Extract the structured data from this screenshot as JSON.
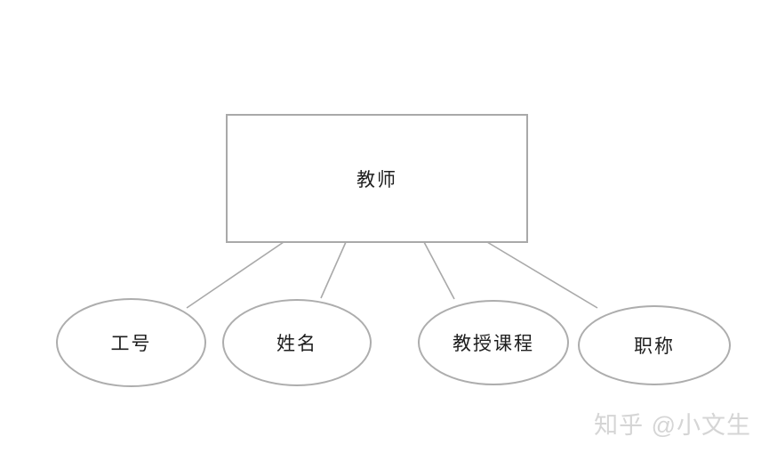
{
  "diagram": {
    "type": "er-diagram",
    "entity": {
      "id": "teacher",
      "shape": "rectangle",
      "label": "教师"
    },
    "attributes": [
      {
        "id": "employee-id",
        "shape": "ellipse",
        "label": "工号"
      },
      {
        "id": "name",
        "shape": "ellipse",
        "label": "姓名"
      },
      {
        "id": "courses-taught",
        "shape": "ellipse",
        "label": "教授课程"
      },
      {
        "id": "title",
        "shape": "ellipse",
        "label": "职称"
      }
    ],
    "connectors": [
      {
        "from": "teacher",
        "to": "employee-id"
      },
      {
        "from": "teacher",
        "to": "name"
      },
      {
        "from": "teacher",
        "to": "courses-taught"
      },
      {
        "from": "teacher",
        "to": "title"
      }
    ]
  },
  "watermark": {
    "text": "知乎 @小文生"
  },
  "colors": {
    "line": "#a9a9a9",
    "text": "#1e1e1e",
    "watermark": "#d5d5d5",
    "background": "#ffffff"
  }
}
